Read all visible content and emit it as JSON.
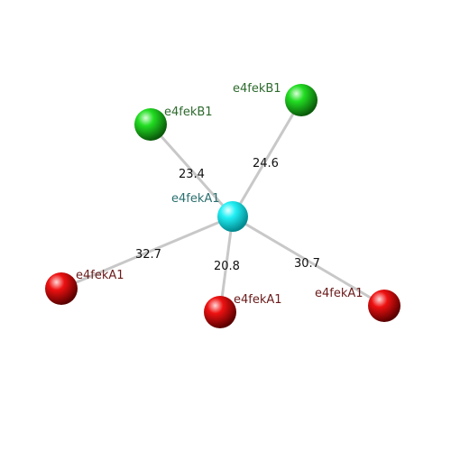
{
  "colors": {
    "center": "#00e5ee",
    "green": "#22cc22",
    "red": "#ee0000",
    "center_label": "#2b6f6f",
    "green_label": "#2d6a2d",
    "red_label": "#6b1b1b",
    "edge": "#c8c8c8"
  },
  "nodes": [
    {
      "id": "c",
      "label": "e4fekA1",
      "kind": "center"
    },
    {
      "id": "g1",
      "label": "e4fekB1",
      "kind": "green"
    },
    {
      "id": "g2",
      "label": "e4fekB1",
      "kind": "green"
    },
    {
      "id": "r1",
      "label": "e4fekA1",
      "kind": "red"
    },
    {
      "id": "r2",
      "label": "e4fekA1",
      "kind": "red"
    },
    {
      "id": "r3",
      "label": "e4fekA1",
      "kind": "red"
    }
  ],
  "edges": [
    {
      "to": "g1",
      "label": "23.4"
    },
    {
      "to": "g2",
      "label": "24.6"
    },
    {
      "to": "r1",
      "label": "32.7"
    },
    {
      "to": "r2",
      "label": "20.8"
    },
    {
      "to": "r3",
      "label": "30.7"
    }
  ]
}
